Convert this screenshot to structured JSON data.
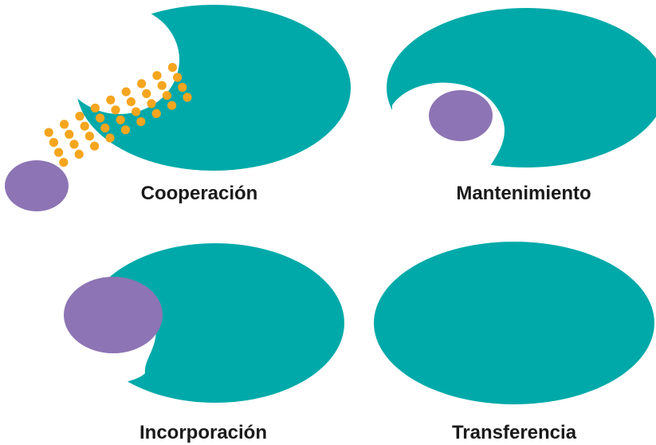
{
  "colors": {
    "cell": "#00A9A9",
    "particle": "#8D74B4",
    "dots": "#F5A51E",
    "background": "#FFFFFF",
    "label": "#1A1A1A"
  },
  "panels": {
    "cooperacion": {
      "label": "Cooperación"
    },
    "mantenimiento": {
      "label": "Mantenimiento"
    },
    "incorporacion": {
      "label": "Incorporación"
    },
    "transferencia": {
      "label": "Transferencia"
    }
  }
}
